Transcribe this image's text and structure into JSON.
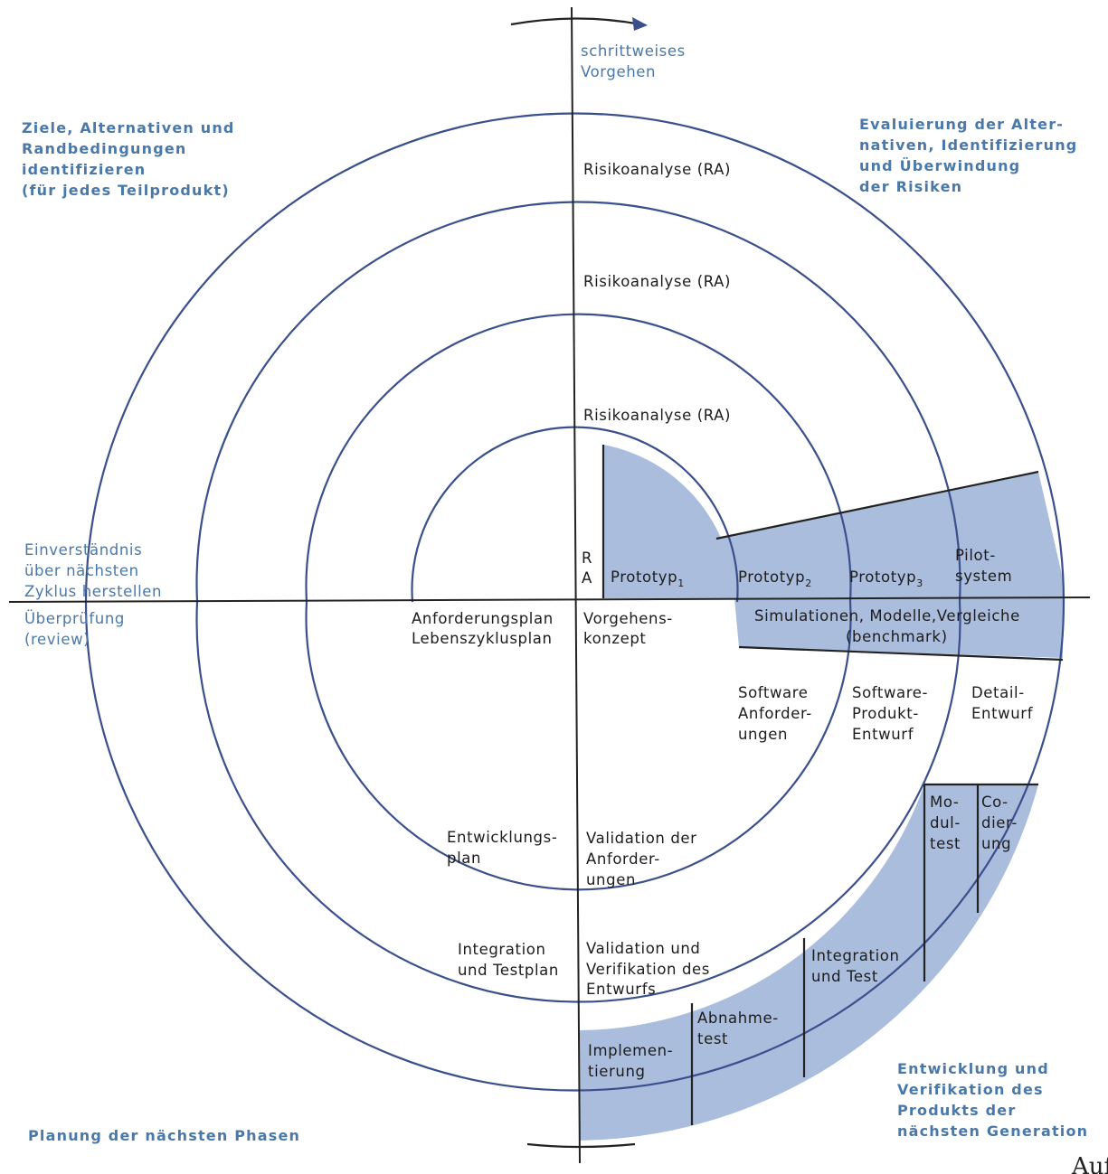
{
  "quadrants": {
    "top_center": [
      "schrittweises",
      "Vorgehen"
    ],
    "top_left": [
      "Ziele, Alternativen und",
      "Randbedingungen",
      "identifizieren",
      "(für jedes Teilprodukt)"
    ],
    "top_right": [
      "Evaluierung der Alter-",
      "nativen, Identifizierung",
      "und Überwindung",
      "der Risiken"
    ],
    "left_upper": [
      "Einverständnis",
      "über nächsten",
      "Zyklus herstellen"
    ],
    "left_lower": [
      "Überprüfung",
      "(review)"
    ],
    "bottom_right": [
      "Entwicklung und",
      "Verifikation des",
      "Produkts der",
      "nächsten Generation"
    ],
    "bottom_left": [
      "Planung der nächsten Phasen"
    ]
  },
  "risk": {
    "ra3": "Risikoanalyse (RA)",
    "ra2": "Risikoanalyse (RA)",
    "ra1": "Risikoanalyse (RA)",
    "ra_r": "R",
    "ra_a": "A"
  },
  "prototypes": {
    "p1": "Prototyp",
    "p1_sub": "1",
    "p2": "Prototyp",
    "p2_sub": "2",
    "p3": "Prototyp",
    "p3_sub": "3",
    "pilot": [
      "Pilot-",
      "system"
    ]
  },
  "simulation": [
    "Simulationen, Modelle,Vergleiche",
    "(benchmark)"
  ],
  "planning": {
    "anforderungsplan": [
      "Anforderungsplan",
      "Lebenszyklusplan"
    ],
    "vorgehens": [
      "Vorgehens-",
      "konzept"
    ],
    "entwicklungsplan": [
      "Entwicklungs-",
      "plan"
    ],
    "validation_anf": [
      "Validation der",
      "Anforder-",
      "ungen"
    ],
    "integration_plan": [
      "Integration",
      "und Testplan"
    ],
    "validation_entw": [
      "Validation und",
      "Verifikation des",
      "Entwurfs"
    ]
  },
  "development": {
    "sw_anf": [
      "Software",
      "Anforder-",
      "ungen"
    ],
    "sw_prod": [
      "Software-",
      "Produkt-",
      "Entwurf"
    ],
    "detail": [
      "Detail-",
      "Entwurf"
    ],
    "modultest": [
      "Mo-",
      "dul-",
      "test"
    ],
    "codierung": [
      "Co-",
      "dier-",
      "ung"
    ],
    "integration_test": [
      "Integration",
      "und Test"
    ],
    "abnahme": [
      "Abnahme-",
      "test"
    ],
    "implementierung": [
      "Implemen-",
      "tierung"
    ]
  },
  "corner_fragment": "Auf"
}
